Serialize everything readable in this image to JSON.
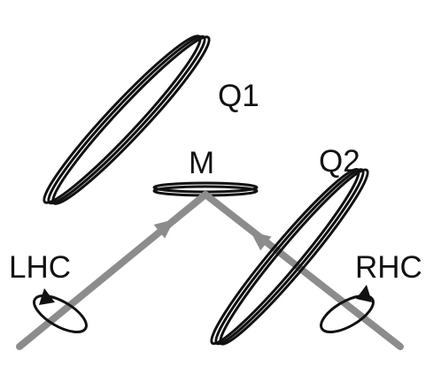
{
  "labels": {
    "q1": "Q1",
    "q2": "Q2",
    "m": "M",
    "lhc": "LHC",
    "rhc": "RHC"
  },
  "icons": {
    "beam": "gray-arrow-icon",
    "quarter_wave_plate": "double-ellipse-plate-icon",
    "mirror": "flat-mirror-icon",
    "polarization": "circular-arrow-icon"
  },
  "colors": {
    "beam": "#8c8c8c",
    "outline": "#111111",
    "background": "#ffffff"
  }
}
